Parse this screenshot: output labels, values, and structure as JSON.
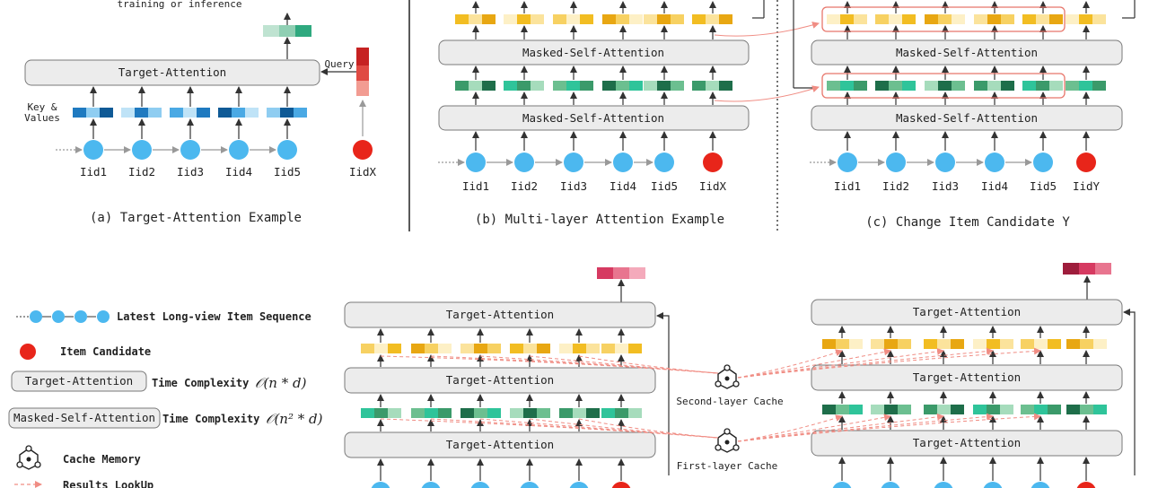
{
  "panel_a": {
    "top_note": "training or inference",
    "box_label": "Target-Attention",
    "query_label": "Query",
    "kv_label_1": "Key &",
    "kv_label_2": "Values",
    "items": [
      "Iid1",
      "Iid2",
      "Iid3",
      "Iid4",
      "Iid5"
    ],
    "candidate": "IidX",
    "caption": "(a) Target-Attention Example"
  },
  "panel_b": {
    "box_top": "Masked-Self-Attention",
    "box_bottom": "Masked-Self-Attention",
    "items": [
      "Iid1",
      "Iid2",
      "Iid3",
      "Iid4",
      "Iid5",
      "IidX"
    ],
    "caption": "(b) Multi-layer Attention Example"
  },
  "panel_c": {
    "box_top": "Masked-Self-Attention",
    "box_bottom": "Masked-Self-Attention",
    "items": [
      "Iid1",
      "Iid2",
      "Iid3",
      "Iid4",
      "Iid5",
      "IidY"
    ],
    "caption": "(c) Change Item Candidate Y"
  },
  "legend": {
    "sequence": "Latest Long-view Item Sequence",
    "candidate": "Item Candidate",
    "ta_box": "Target-Attention",
    "ta_desc": "Time Complexity",
    "ta_formula": "𝒪(n * d)",
    "msa_box": "Masked-Self-Attention",
    "msa_desc": "Time Complexity",
    "msa_formula": "𝒪(n² * d)",
    "cache": "Cache Memory",
    "lookup": "Results LookUp"
  },
  "bottom_middle": {
    "box_top": "Target-Attention",
    "box_mid": "Target-Attention",
    "box_bottom": "Target-Attention"
  },
  "cache_labels": {
    "second": "Second-layer Cache",
    "first": "First-layer Cache"
  },
  "bottom_right": {
    "box_top": "Target-Attention",
    "box_mid": "Target-Attention",
    "box_bottom": "Target-Attention"
  },
  "colors": {
    "blue_node": "#4cb8ef",
    "red_node": "#e8251a",
    "box_fill": "#ececec",
    "box_stroke": "#7a7a7a",
    "lookup_arrow": "#f08d84"
  }
}
